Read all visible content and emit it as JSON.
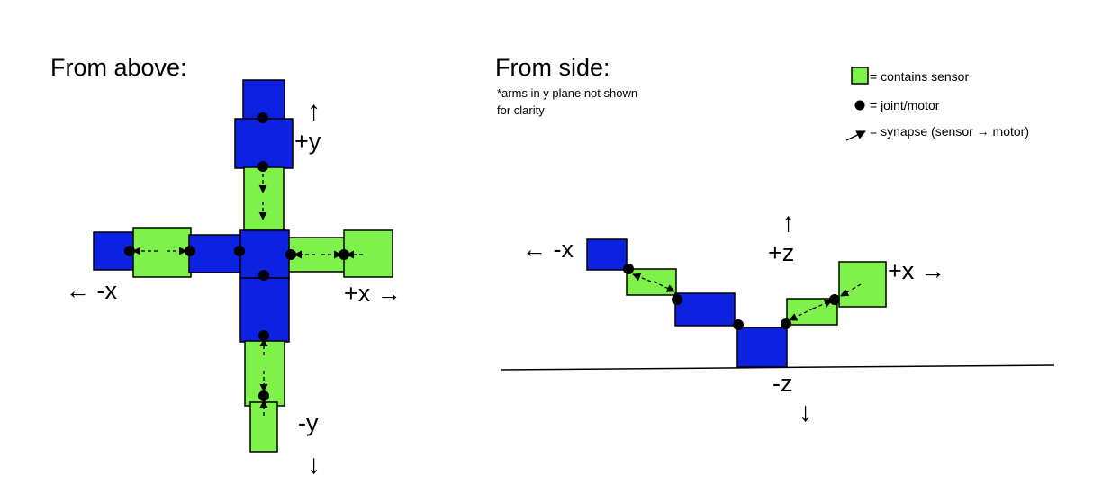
{
  "colors": {
    "sensor_segment": "#7ef14a",
    "plain_segment": "#0d22e0",
    "joint": "#000000",
    "background": "#ffffff"
  },
  "above": {
    "title": "From above:",
    "label_py": "+y",
    "label_ny": "-y",
    "label_nx": "← -x",
    "label_px": "+x →",
    "arrow_up": "↑",
    "arrow_down": "↓"
  },
  "side": {
    "title": "From side:",
    "note_line1": "*arms in y plane not shown",
    "note_line2": "for clarity",
    "label_nx": "← -x",
    "label_px": "+x →",
    "label_pz": "+z",
    "label_nz": "-z",
    "arrow_up": "↑",
    "arrow_down": "↓"
  },
  "legend": {
    "sensor": "= contains sensor",
    "joint": "= joint/motor",
    "synapse": "= synapse (sensor → motor)"
  }
}
